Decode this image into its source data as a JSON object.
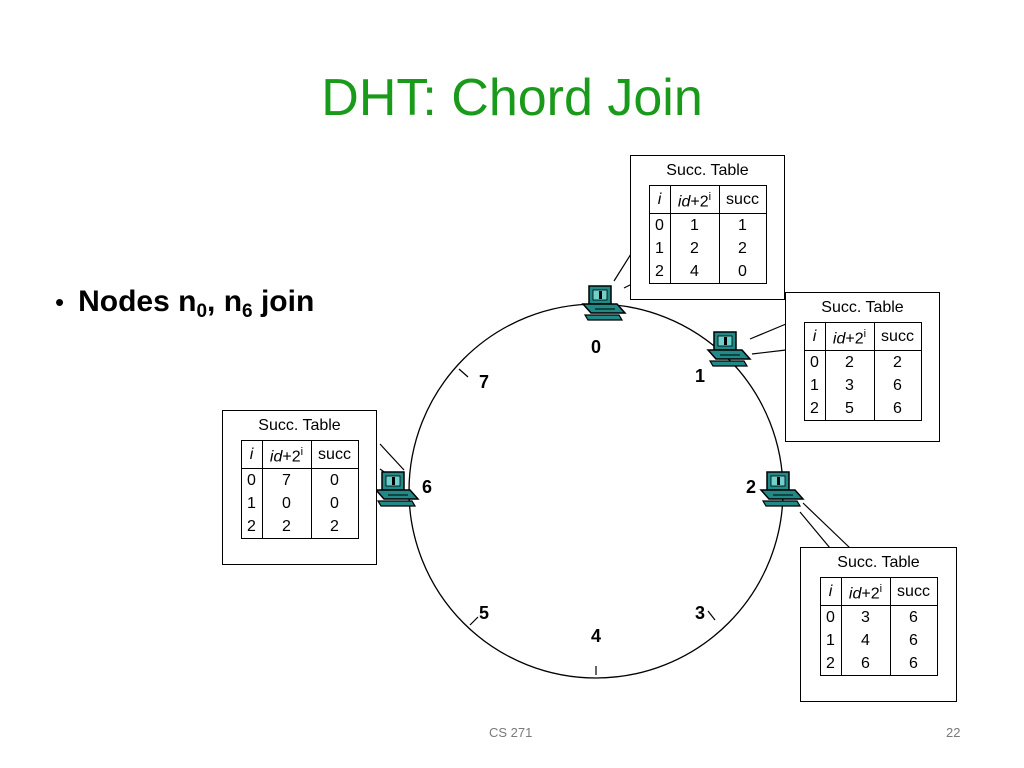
{
  "slide": {
    "title": "DHT: Chord Join",
    "bullet": {
      "prefix": "Nodes n",
      "sub1": "0",
      "mid": ", n",
      "sub2": "6",
      "suffix": " join"
    },
    "footer_left": "CS 271",
    "page_number": "22"
  },
  "ring_labels": [
    "0",
    "1",
    "2",
    "3",
    "4",
    "5",
    "6",
    "7"
  ],
  "table_common": {
    "caption": "Succ. Table",
    "col_i": "i",
    "col_id": "id",
    "col_plus": "+2",
    "col_sup": "i",
    "col_succ": "succ"
  },
  "tables": {
    "node0": {
      "rows": [
        [
          "0",
          "1",
          "1"
        ],
        [
          "1",
          "2",
          "2"
        ],
        [
          "2",
          "4",
          "0"
        ]
      ]
    },
    "node1": {
      "rows": [
        [
          "0",
          "2",
          "2"
        ],
        [
          "1",
          "3",
          "6"
        ],
        [
          "2",
          "5",
          "6"
        ]
      ]
    },
    "node2": {
      "rows": [
        [
          "0",
          "3",
          "6"
        ],
        [
          "1",
          "4",
          "6"
        ],
        [
          "2",
          "6",
          "6"
        ]
      ]
    },
    "node6": {
      "rows": [
        [
          "0",
          "7",
          "0"
        ],
        [
          "1",
          "0",
          "0"
        ],
        [
          "2",
          "2",
          "2"
        ]
      ]
    }
  },
  "colors": {
    "title": "#1a9a1a",
    "computer_teal": "#1f8a87",
    "footer": "#7a7a7a"
  },
  "icons": [
    "computer-icon"
  ]
}
